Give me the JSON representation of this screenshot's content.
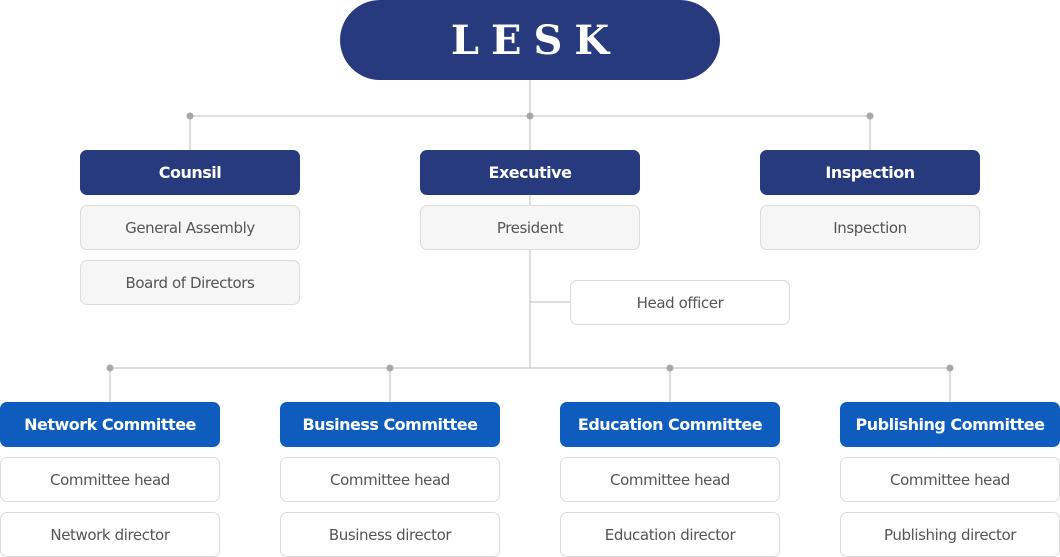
{
  "root": {
    "label": "LESK"
  },
  "colors": {
    "navy": "#263a7d",
    "blue": "#0f5cbf",
    "line": "#bdbdbd",
    "dot": "#a8a8a8"
  },
  "top_groups": [
    {
      "header": "Counsil",
      "items": [
        "General Assembly",
        "Board of Directors"
      ]
    },
    {
      "header": "Executive",
      "items": [
        "President"
      ]
    },
    {
      "header": "Inspection",
      "items": [
        "Inspection"
      ]
    }
  ],
  "head_officer": "Head officer",
  "committees": [
    {
      "header": "Network Committee",
      "items": [
        "Committee head",
        "Network director"
      ]
    },
    {
      "header": "Business Committee",
      "items": [
        "Committee head",
        "Business director"
      ]
    },
    {
      "header": "Education Committee",
      "items": [
        "Committee head",
        "Education director"
      ]
    },
    {
      "header": "Publishing Committee",
      "items": [
        "Committee head",
        "Publishing director"
      ]
    }
  ]
}
